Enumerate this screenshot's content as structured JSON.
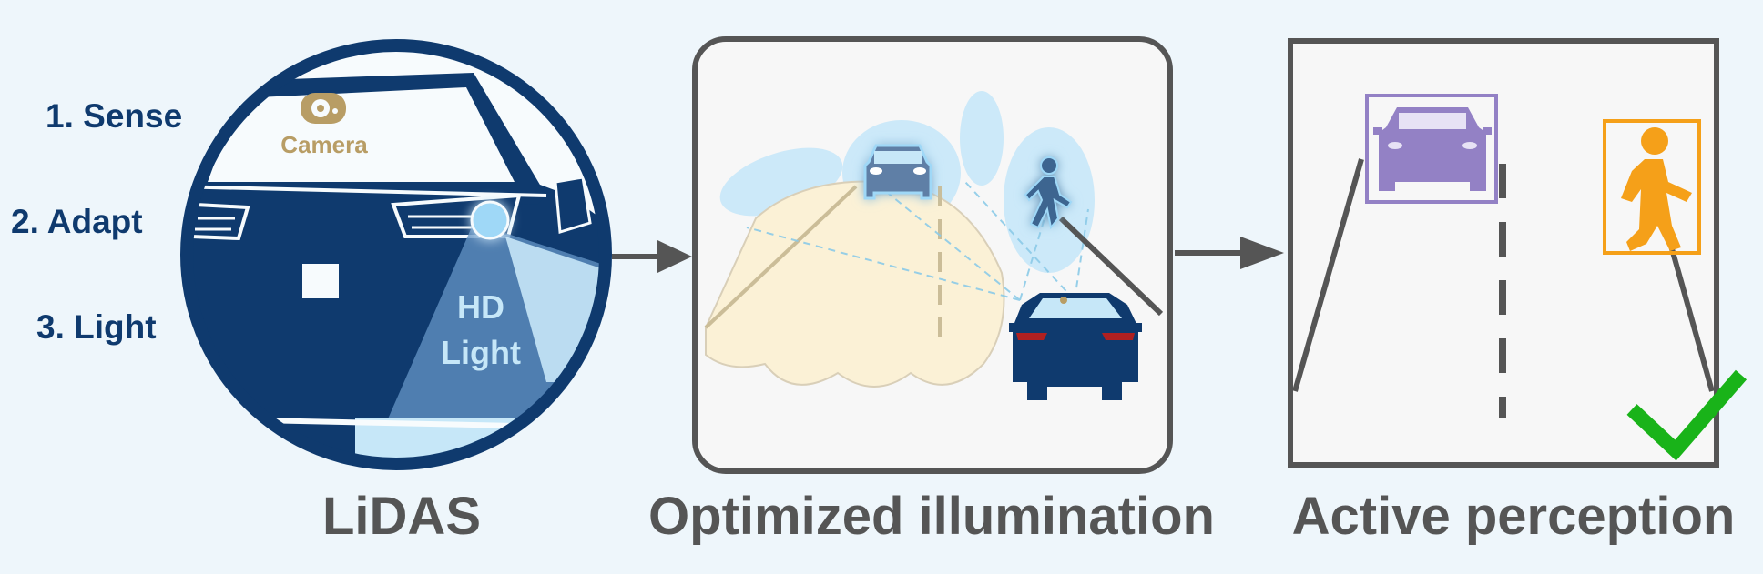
{
  "steps": [
    "1. Sense",
    "2. Adapt",
    "3. Light"
  ],
  "camera_label": "Camera",
  "hd_light": [
    "HD",
    "Light"
  ],
  "captions": {
    "lidas": "LiDAS",
    "optimized": "Optimized illumination",
    "active": "Active perception"
  },
  "icons": [
    "camera-icon",
    "car-icon",
    "pedestrian-icon",
    "check-icon",
    "arrow-icon"
  ],
  "colors": {
    "background": "#eef6fb",
    "navy": "#0f3a6e",
    "light_blue": "#c6e7f8",
    "camera_tan": "#b89d65",
    "beam": "#fbf1d6",
    "gray": "#555555",
    "car_box": "#9381c5",
    "pedestrian": "#f5a019",
    "check": "#19b319"
  }
}
